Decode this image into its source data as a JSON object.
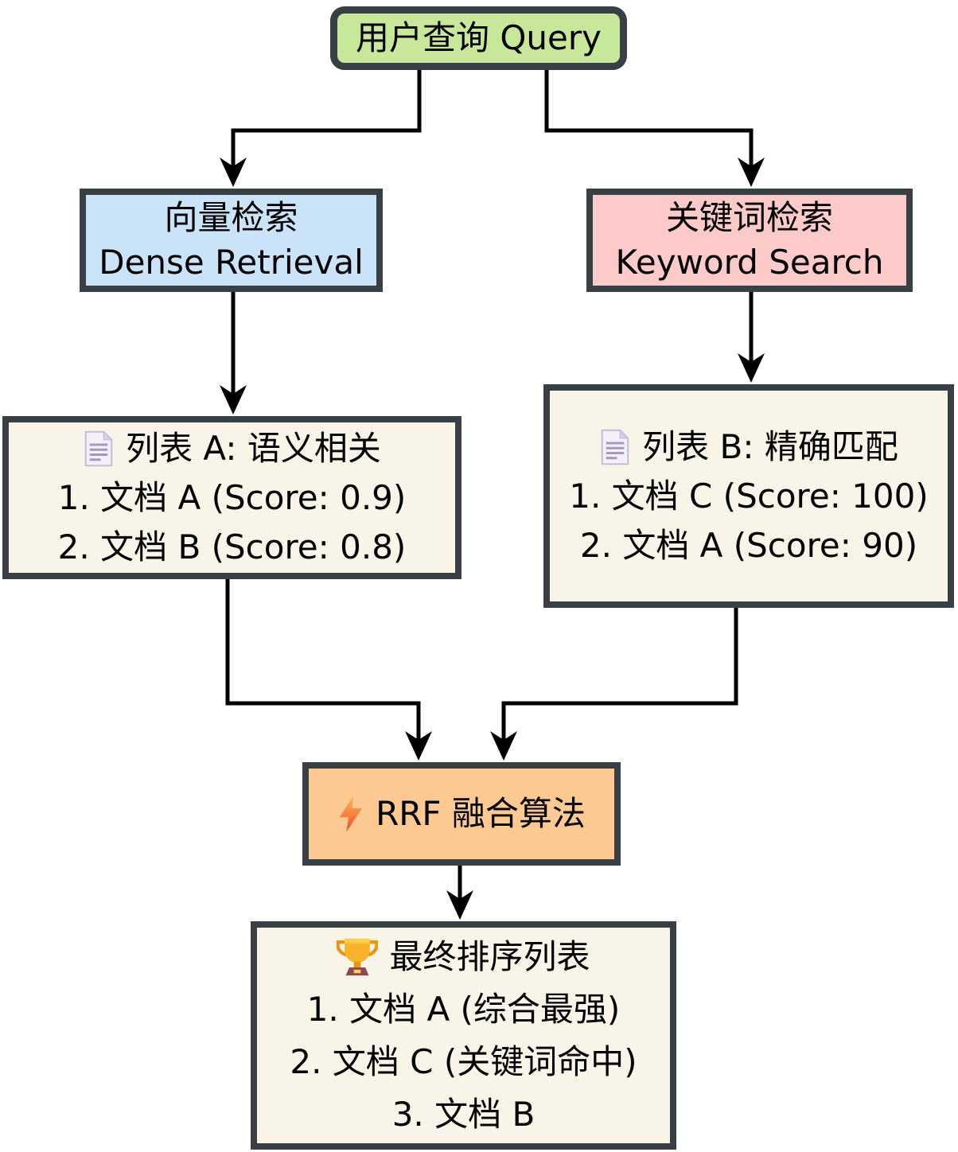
{
  "diagram": {
    "type": "flowchart",
    "background": "#ffffff",
    "node_border_color": "#383f45",
    "edge_color": "#000000",
    "nodes": {
      "query": {
        "label": "用户查询 Query",
        "fill": "#c7e89a",
        "shape": "rounded"
      },
      "dense": {
        "line1": "向量检索",
        "line2": "Dense Retrieval",
        "fill": "#cbe3f9"
      },
      "keyword": {
        "line1": "关键词检索",
        "line2": "Keyword Search",
        "fill": "#fdcaca"
      },
      "list_a": {
        "icon": "document-icon",
        "title": "列表 A: 语义相关",
        "items": [
          "1. 文档 A (Score: 0.9)",
          "2. 文档 B (Score: 0.8)"
        ],
        "fill": "#f8f4e8"
      },
      "list_b": {
        "icon": "document-icon",
        "title": "列表 B: 精确匹配",
        "items": [
          "1. 文档 C (Score: 100)",
          "2. 文档 A (Score: 90)"
        ],
        "fill": "#f8f4e8"
      },
      "rrf": {
        "icon": "lightning-icon",
        "label": "RRF 融合算法",
        "fill": "#fdc992"
      },
      "final": {
        "icon": "trophy-icon",
        "title": "最终排序列表",
        "items": [
          "1. 文档 A (综合最强)",
          "2. 文档 C (关键词命中)",
          "3. 文档 B"
        ],
        "fill": "#f8f4e8"
      }
    },
    "edges": [
      {
        "from": "query",
        "to": "dense"
      },
      {
        "from": "query",
        "to": "keyword"
      },
      {
        "from": "dense",
        "to": "list_a"
      },
      {
        "from": "keyword",
        "to": "list_b"
      },
      {
        "from": "list_a",
        "to": "rrf"
      },
      {
        "from": "list_b",
        "to": "rrf"
      },
      {
        "from": "rrf",
        "to": "final"
      }
    ]
  }
}
